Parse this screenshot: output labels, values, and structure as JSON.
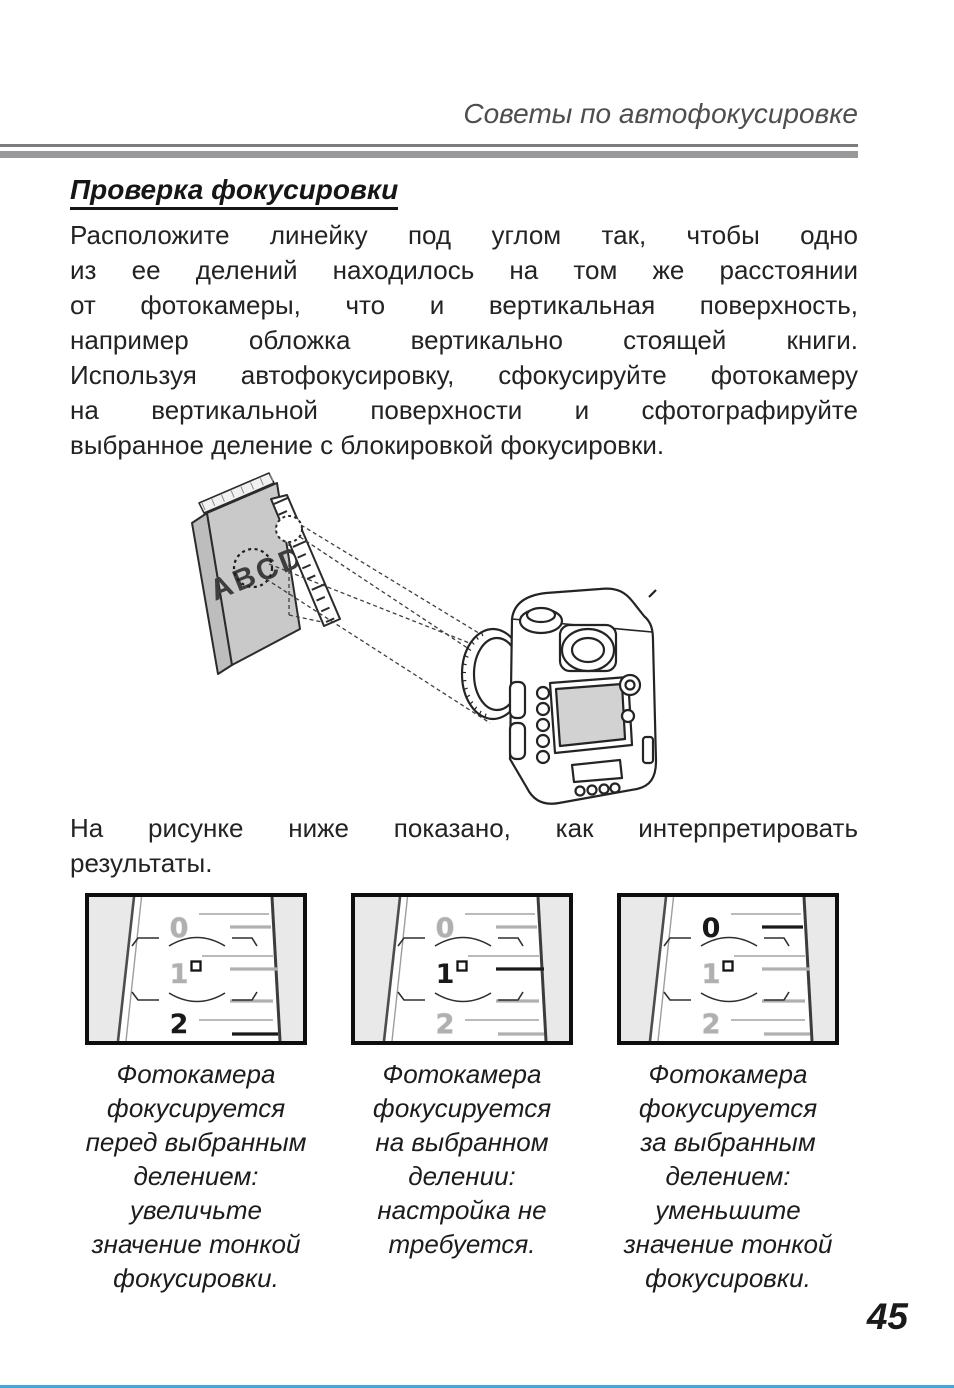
{
  "header": {
    "title": "Советы по автофокусировке"
  },
  "section": {
    "title": "Проверка фокусировки",
    "para1_lines": [
      "Расположите линейку под углом так, чтобы одно",
      "из ее делений находилось на том же расстоянии",
      "от фотокамеры, что и вертикальная поверхность,",
      "например обложка вертикально стоящей книги.",
      "Используя автофокусировку, сфокусируйте фотокамеру",
      "на вертикальной поверхности и сфотографируйте",
      "выбранное деление с блокировкой фокусировки."
    ],
    "para2_lines": [
      "На рисунке ниже показано, как интерпретировать",
      "результаты."
    ]
  },
  "illustration": {
    "book_label": "ABCD"
  },
  "figures": [
    {
      "numbers": [
        {
          "label": "0",
          "sharp": false
        },
        {
          "label": "1",
          "sharp": false,
          "focus_point": true
        },
        {
          "label": "2",
          "sharp": true
        }
      ],
      "caption_lines": [
        "Фотокамера",
        "фокусируется",
        "перед выбранным",
        "делением:",
        "увеличьте",
        "значение тонкой",
        "фокусировки."
      ]
    },
    {
      "numbers": [
        {
          "label": "0",
          "sharp": false
        },
        {
          "label": "1",
          "sharp": true,
          "focus_point": true
        },
        {
          "label": "2",
          "sharp": false
        }
      ],
      "caption_lines": [
        "Фотокамера",
        "фокусируется",
        "на выбранном",
        "делении:",
        "настройка не",
        "требуется."
      ]
    },
    {
      "numbers": [
        {
          "label": "0",
          "sharp": true
        },
        {
          "label": "1",
          "sharp": false,
          "focus_point": true
        },
        {
          "label": "2",
          "sharp": false
        }
      ],
      "caption_lines": [
        "Фотокамера",
        "фокусируется",
        "за выбранным",
        "делением:",
        "уменьшите",
        "значение тонкой",
        "фокусировки."
      ]
    }
  ],
  "footer": {
    "page_number": "45"
  },
  "colors": {
    "blur_gray": "#b0b0b0",
    "sharp_black": "#191919",
    "rule_gray": "#98989a",
    "bottom_line": "#44a7db"
  }
}
